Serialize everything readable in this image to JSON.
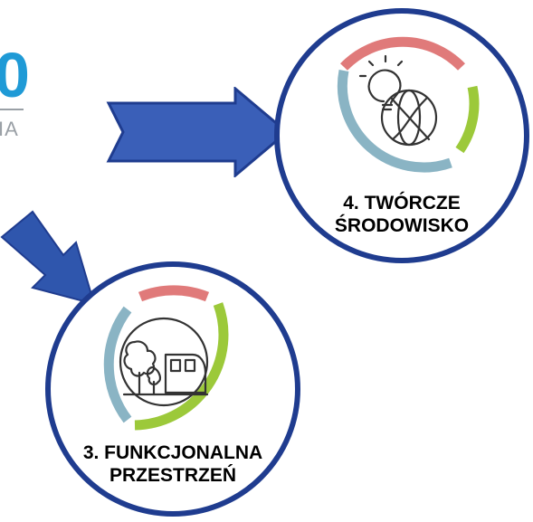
{
  "brand": {
    "digit": "0",
    "text": "IA"
  },
  "nodes": [
    {
      "id": "tworcze",
      "line1": "4. TWÓRCZE",
      "line2": "ŚRODOWISKO",
      "icon": "lightbulb-globe-icon"
    },
    {
      "id": "funkcjonalna",
      "line1": "3. FUNKCJONALNA",
      "line2": "PRZESTRZEŃ",
      "icon": "tree-train-icon"
    }
  ],
  "colors": {
    "circle_border": "#1f3c8f",
    "arrow_fill": "#3a5fb8",
    "arrow_stroke": "#1f3c8f",
    "arc_red": "#e07a7a",
    "arc_green": "#9cc93a",
    "arc_blue": "#8ab4c4",
    "icon_stroke": "#333333",
    "brand_blue": "#1f9ad6",
    "brand_gray": "#9aa0a6"
  }
}
